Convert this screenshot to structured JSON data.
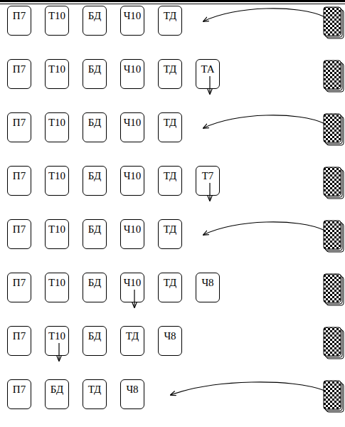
{
  "diagram": {
    "nodes": [
      {
        "text": [
          "П7"
        ]
      },
      {
        "text": [
          "Т10"
        ]
      },
      {
        "text": [
          "БД"
        ]
      },
      {
        "text": [
          "Ч10"
        ]
      },
      {
        "text": [
          "ТД"
        ]
      },
      {
        "text": [
          "П7"
        ]
      },
      {
        "text": [
          "Т10"
        ]
      },
      {
        "text": [
          "БД"
        ]
      },
      {
        "text": [
          "Ч10"
        ]
      },
      {
        "text": [
          "ТД"
        ]
      },
      {
        "text": [
          "ТА"
        ]
      },
      {
        "text": [
          "П7"
        ]
      },
      {
        "text": [
          "Т10"
        ]
      },
      {
        "text": [
          "БД"
        ]
      },
      {
        "text": [
          "Ч10"
        ]
      },
      {
        "text": [
          "ТД"
        ]
      },
      {
        "text": [
          "П7"
        ]
      },
      {
        "text": [
          "Т10"
        ]
      },
      {
        "text": [
          "БД"
        ]
      },
      {
        "text": [
          "Ч10"
        ]
      },
      {
        "text": [
          "ТД"
        ]
      },
      {
        "text": [
          "Т7"
        ]
      },
      {
        "text": [
          "П7"
        ]
      },
      {
        "text": [
          "Т10"
        ]
      },
      {
        "text": [
          "БД"
        ]
      },
      {
        "text": [
          "Ч10"
        ]
      },
      {
        "text": [
          "ТД"
        ]
      },
      {
        "text": [
          "П7"
        ]
      },
      {
        "text": [
          "Т10"
        ]
      },
      {
        "text": [
          "БД"
        ]
      },
      {
        "text": [
          "Ч10"
        ]
      },
      {
        "text": [
          "ТД"
        ]
      },
      {
        "text": [
          "Ч8"
        ]
      },
      {
        "text": [
          "П7"
        ]
      },
      {
        "text": [
          "Т10"
        ]
      },
      {
        "text": [
          "БД"
        ]
      },
      {
        "text": [
          "ТД"
        ]
      },
      {
        "text": [
          "Ч8"
        ]
      },
      {
        "text": [
          "П7"
        ]
      },
      {
        "text": [
          "БД"
        ]
      },
      {
        "text": [
          "ТД"
        ]
      },
      {
        "text": [
          "Ч8"
        ]
      }
    ]
  }
}
